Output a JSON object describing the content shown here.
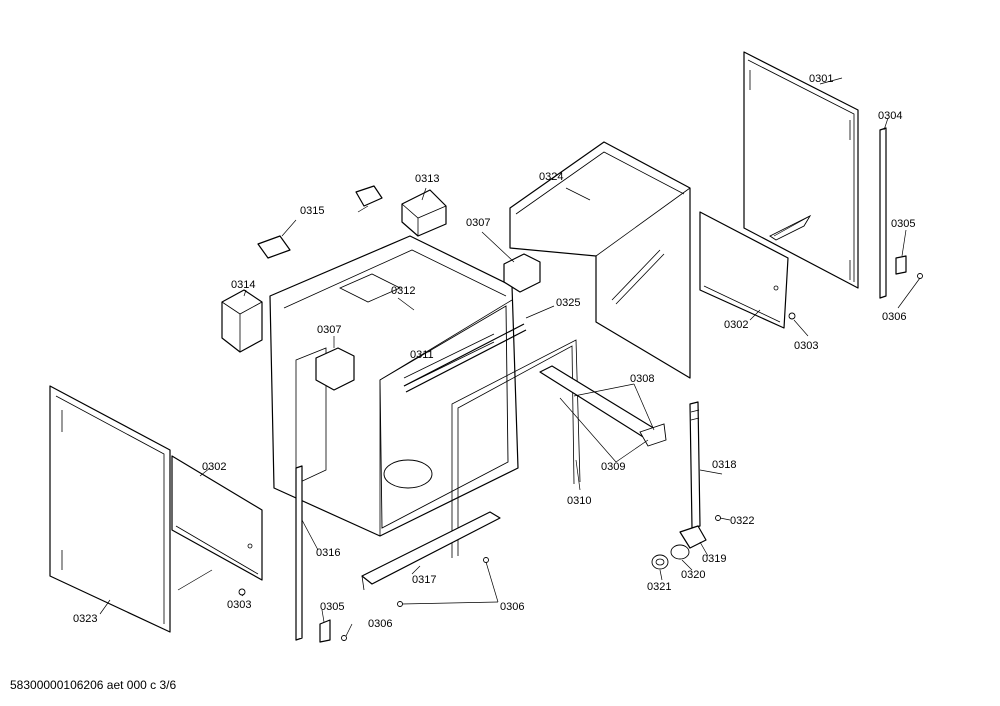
{
  "labels": {
    "p0301": "0301",
    "p0302_right": "0302",
    "p0302_left": "0302",
    "p0303_right": "0303",
    "p0303_left": "0303",
    "p0304": "0304",
    "p0305_right": "0305",
    "p0305_left": "0305",
    "p0306_right": "0306",
    "p0306_mid": "0306",
    "p0306_left": "0306",
    "p0307_top": "0307",
    "p0307_left": "0307",
    "p0308": "0308",
    "p0309": "0309",
    "p0310": "0310",
    "p0311": "0311",
    "p0312": "0312",
    "p0313": "0313",
    "p0314": "0314",
    "p0315": "0315",
    "p0316": "0316",
    "p0317": "0317",
    "p0318": "0318",
    "p0319": "0319",
    "p0320": "0320",
    "p0321": "0321",
    "p0322": "0322",
    "p0323": "0323",
    "p0324": "0324",
    "p0325": "0325"
  },
  "footer": "58300000106206 aet 000 c 3/6"
}
